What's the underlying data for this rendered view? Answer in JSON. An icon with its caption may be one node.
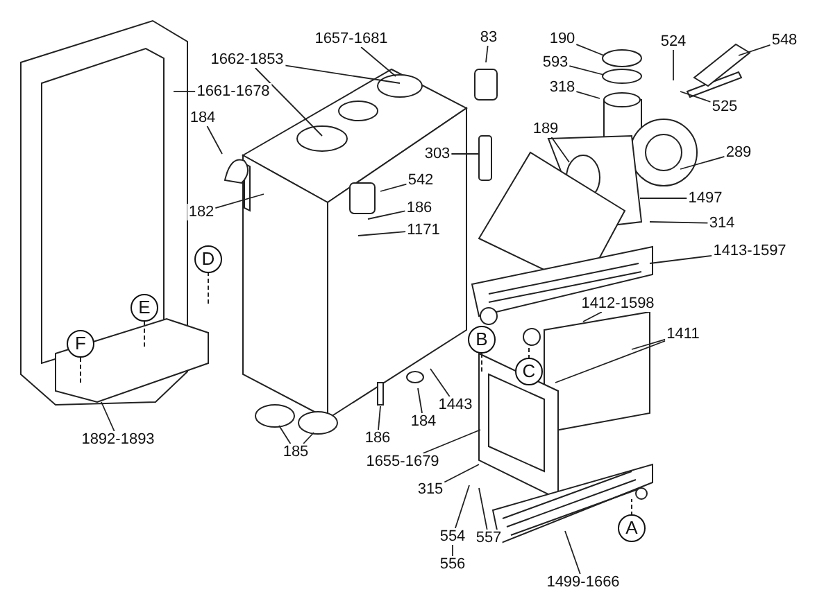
{
  "diagram": {
    "nodes": [
      {
        "text": [
          "1657-1681"
        ]
      },
      {
        "text": [
          "1662-1853"
        ]
      },
      {
        "text": [
          "1661-1678"
        ]
      },
      {
        "text": [
          "184"
        ]
      },
      {
        "text": [
          "182"
        ]
      },
      {
        "text": [
          "542"
        ]
      },
      {
        "text": [
          "186"
        ]
      },
      {
        "text": [
          "1171"
        ]
      },
      {
        "text": [
          "83"
        ]
      },
      {
        "text": [
          "303"
        ]
      },
      {
        "text": [
          "190"
        ]
      },
      {
        "text": [
          "593"
        ]
      },
      {
        "text": [
          "318"
        ]
      },
      {
        "text": [
          "524"
        ]
      },
      {
        "text": [
          "548"
        ]
      },
      {
        "text": [
          "525"
        ]
      },
      {
        "text": [
          "189"
        ]
      },
      {
        "text": [
          "289"
        ]
      },
      {
        "text": [
          "1497"
        ]
      },
      {
        "text": [
          "314"
        ]
      },
      {
        "text": [
          "1413-1597"
        ]
      },
      {
        "text": [
          "1412-1598"
        ]
      },
      {
        "text": [
          "1411"
        ]
      },
      {
        "text": [
          "1443"
        ]
      },
      {
        "text": [
          "184"
        ]
      },
      {
        "text": [
          "186"
        ]
      },
      {
        "text": [
          "185"
        ]
      },
      {
        "text": [
          "1892-1893"
        ]
      },
      {
        "text": [
          "1655-1679"
        ]
      },
      {
        "text": [
          "315"
        ]
      },
      {
        "text": [
          "554"
        ]
      },
      {
        "text": [
          "557"
        ]
      },
      {
        "text": [
          "1499-1666"
        ]
      },
      {
        "text": [
          "556"
        ]
      }
    ],
    "edges": [
      {
        "from": 0,
        "to": null,
        "arrow": "none"
      },
      {
        "from": 1,
        "to": null,
        "arrow": "none"
      },
      {
        "from": 1,
        "to": null,
        "arrow": "none"
      },
      {
        "from": 2,
        "to": null,
        "arrow": "none"
      },
      {
        "from": 3,
        "to": null,
        "arrow": "none"
      },
      {
        "from": 4,
        "to": null,
        "arrow": "none"
      },
      {
        "from": 5,
        "to": null,
        "arrow": "none"
      },
      {
        "from": 6,
        "to": null,
        "arrow": "none"
      },
      {
        "from": 7,
        "to": null,
        "arrow": "none"
      },
      {
        "from": 8,
        "to": null,
        "arrow": "none"
      },
      {
        "from": 9,
        "to": null,
        "arrow": "none"
      },
      {
        "from": 10,
        "to": null,
        "arrow": "none"
      },
      {
        "from": 11,
        "to": null,
        "arrow": "none"
      },
      {
        "from": 12,
        "to": null,
        "arrow": "none"
      },
      {
        "from": 13,
        "to": null,
        "arrow": "none"
      },
      {
        "from": 14,
        "to": null,
        "arrow": "none"
      },
      {
        "from": 15,
        "to": null,
        "arrow": "none"
      },
      {
        "from": 16,
        "to": null,
        "arrow": "none"
      },
      {
        "from": 17,
        "to": null,
        "arrow": "none"
      },
      {
        "from": 18,
        "to": null,
        "arrow": "none"
      },
      {
        "from": 19,
        "to": null,
        "arrow": "none"
      },
      {
        "from": 20,
        "to": null,
        "arrow": "none"
      },
      {
        "from": 21,
        "to": null,
        "arrow": "none"
      },
      {
        "from": 22,
        "to": null,
        "arrow": "none"
      },
      {
        "from": 22,
        "to": null,
        "arrow": "none"
      },
      {
        "from": 23,
        "to": null,
        "arrow": "none"
      },
      {
        "from": 24,
        "to": null,
        "arrow": "none"
      },
      {
        "from": 25,
        "to": null,
        "arrow": "none"
      },
      {
        "from": 26,
        "to": null,
        "arrow": "none"
      },
      {
        "from": 26,
        "to": null,
        "arrow": "none"
      },
      {
        "from": 27,
        "to": null,
        "arrow": "none"
      },
      {
        "from": 28,
        "to": null,
        "arrow": "none"
      },
      {
        "from": 29,
        "to": null,
        "arrow": "none"
      },
      {
        "from": 30,
        "to": null,
        "arrow": "none"
      },
      {
        "from": 31,
        "to": null,
        "arrow": "none"
      },
      {
        "from": 32,
        "to": null,
        "arrow": "none"
      },
      {
        "from": 30,
        "to": 33,
        "arrow": "none"
      }
    ],
    "labels": [
      "D",
      "E",
      "F",
      "B",
      "C",
      "A"
    ]
  }
}
